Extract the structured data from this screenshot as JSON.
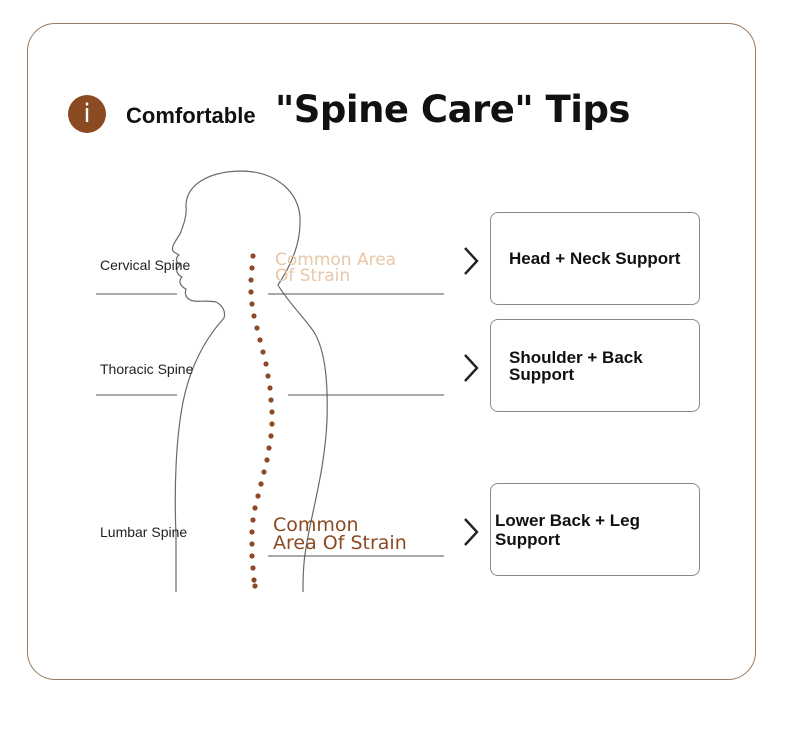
{
  "header": {
    "icon": "info-icon",
    "icon_glyph": "i",
    "prefix": "Comfortable",
    "title": "\"Spine Care\" Tips"
  },
  "colors": {
    "accent": "#8b4a22",
    "accent_faded": "#e9c6a8",
    "border": "#9a7a5e"
  },
  "regions": [
    {
      "label": "Cervical Spine"
    },
    {
      "label": "Thoracic Spine"
    },
    {
      "label": "Lumbar Spine"
    }
  ],
  "strain_labels": {
    "upper": "Common Area Of Strain",
    "lower_line1": "Common",
    "lower_line2": "Area Of Strain"
  },
  "tips": [
    {
      "line1": "Head + Neck Support",
      "line2": ""
    },
    {
      "line1": "Shoulder + Back",
      "line2": "Support"
    },
    {
      "line1": "Lower Back + Leg",
      "line2": "Support"
    }
  ]
}
